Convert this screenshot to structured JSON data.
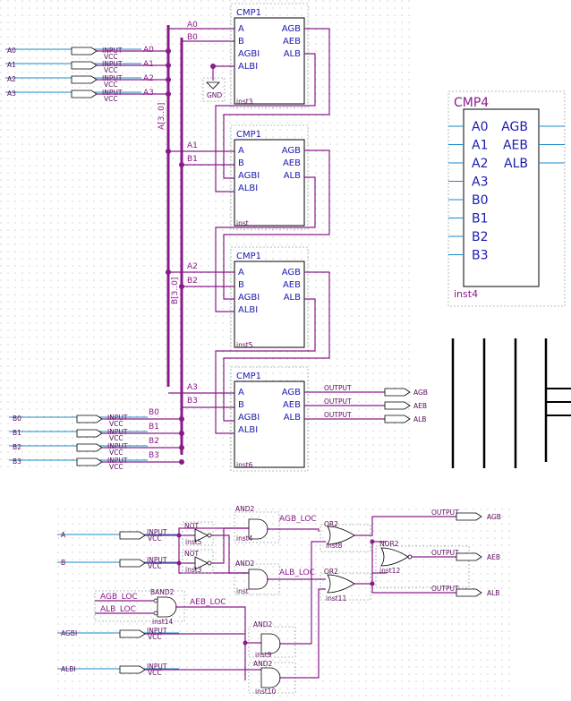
{
  "comparator_cell": {
    "title": "CMP1",
    "inputs": [
      "A",
      "B",
      "AGBI",
      "ALBI"
    ],
    "outputs": [
      "AGB",
      "AEB",
      "ALB"
    ],
    "instances": [
      "inst3",
      "inst",
      "inst5",
      "inst6"
    ]
  },
  "top_inputs": [
    "A0",
    "A1",
    "A2",
    "A3"
  ],
  "bottom_inputs": [
    "B0",
    "B1",
    "B2",
    "B3"
  ],
  "pin_kind": "INPUT",
  "pin_supply": "VCC",
  "output_kind": "OUTPUT",
  "outputs": [
    "AGB",
    "AEB",
    "ALB"
  ],
  "ground_label": "GND",
  "bus_a_label": "A[3..0]",
  "bus_b_label": "B[3..0]",
  "top_wire_labels_a": [
    "A0",
    "A1",
    "A2",
    "A3"
  ],
  "top_wire_labels_b": [
    "B0",
    "B1",
    "B2",
    "B3"
  ],
  "cmp4": {
    "title": "CMP4",
    "inputs": [
      "A0",
      "A1",
      "A2",
      "A3",
      "B0",
      "B1",
      "B2",
      "B3"
    ],
    "outputs": [
      "AGB",
      "AEB",
      "ALB"
    ],
    "instance": "inst4"
  },
  "bottom": {
    "inputs": [
      "A",
      "B",
      "AGBI",
      "ALBI"
    ],
    "gate_labels": {
      "not1": "NOT",
      "not2": "NOT",
      "and_top": "AND2",
      "and_mid": "AND2",
      "and_9": "AND2",
      "and_10": "AND2",
      "band": "BAND2",
      "or_top": "OR2",
      "or_bottom": "OR2",
      "nor": "NOR2"
    },
    "inst_labels": {
      "not1": "inst5",
      "not2": "inst3",
      "and_top": "inst4",
      "and_mid": "inst",
      "band": "inst14",
      "and_9": "inst9",
      "and_10": "inst10",
      "or_top": "inst8",
      "or_bottom": "inst11",
      "nor": "inst12"
    },
    "net_labels": {
      "agb_loc": "AGB_LOC",
      "alb_loc": "ALB_LOC",
      "aeb_loc": "AEB_LOC",
      "band_in1": "AGB_LOC",
      "band_in2": "ALB_LOC"
    },
    "outputs": [
      "AGB",
      "AEB",
      "ALB"
    ]
  }
}
